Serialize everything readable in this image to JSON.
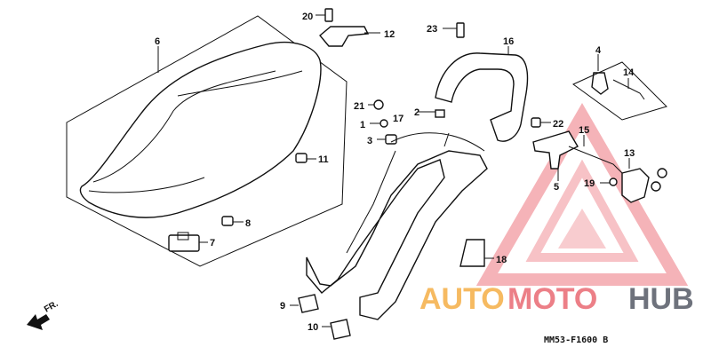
{
  "parts": {
    "p1": "1",
    "p2": "2",
    "p3": "3",
    "p4": "4",
    "p5": "5",
    "p6": "6",
    "p7": "7",
    "p8": "8",
    "p9": "9",
    "p10": "10",
    "p11": "11",
    "p12": "12",
    "p13": "13",
    "p14": "14",
    "p15": "15",
    "p16": "16",
    "p17": "17",
    "p18": "18",
    "p19": "19",
    "p20": "20",
    "p21": "21",
    "p22": "22",
    "p23": "23"
  },
  "diagram_code": "MM53-F1600 B",
  "direction": {
    "label": "FR."
  },
  "watermark": {
    "auto": "AUTO",
    "moto": "MOTO",
    "hub": "HUB"
  },
  "colors": {
    "watermark_orange": "#f4a93a",
    "watermark_red": "#e8606a",
    "watermark_dark": "#555a66"
  }
}
